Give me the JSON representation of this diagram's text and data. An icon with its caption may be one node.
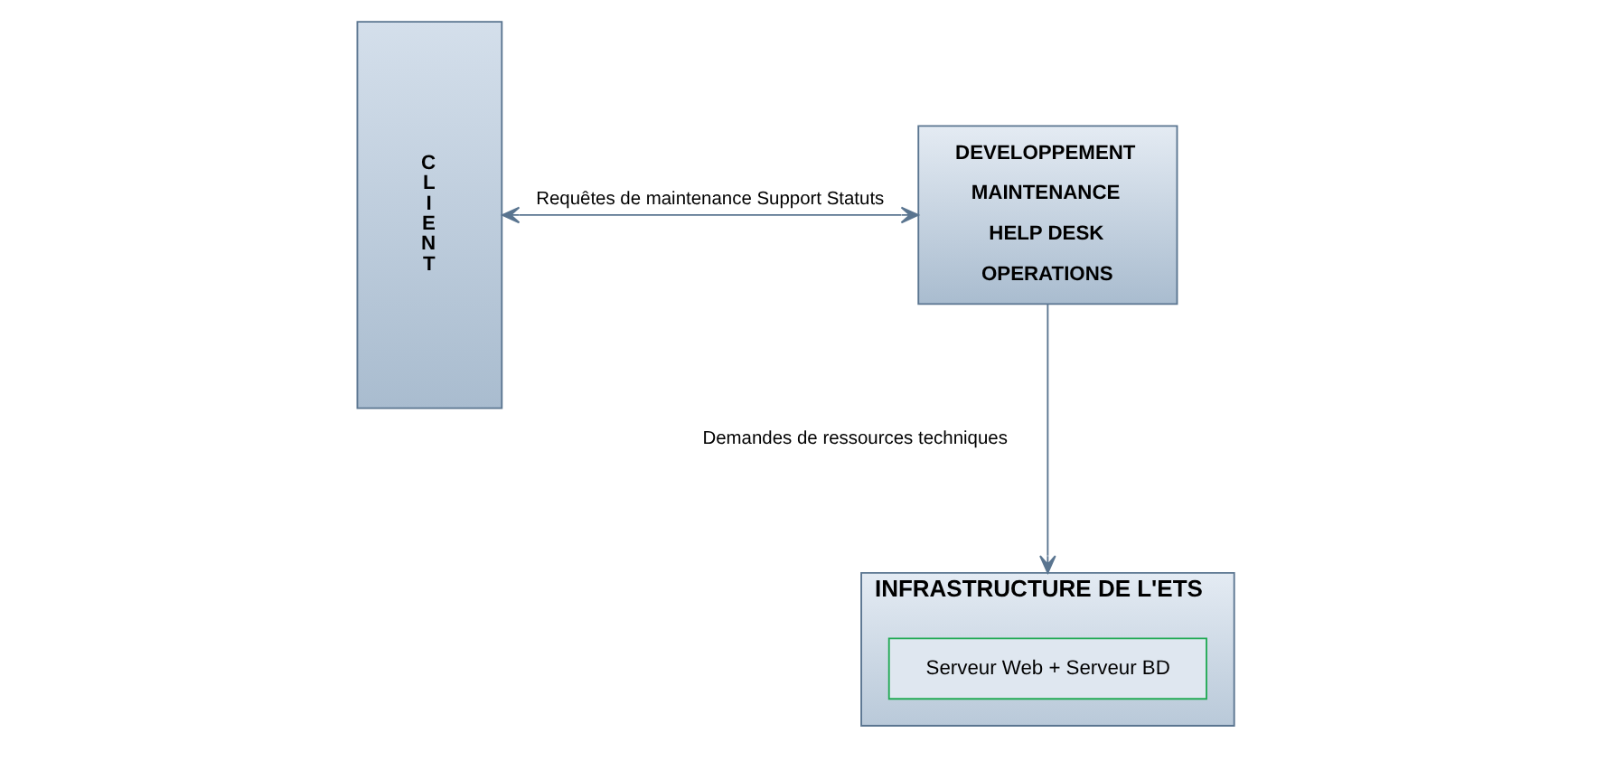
{
  "diagram": {
    "nodes": [
      {
        "text": [
          "CLIENT"
        ]
      },
      {
        "text": [
          "DEVELOPPEMENT",
          "MAINTENANCE",
          "HELP DESK",
          "OPERATIONS"
        ]
      },
      {
        "text": [
          "INFRASTRUCTURE DE L'ETS"
        ]
      },
      {
        "text": [
          "Serveur Web + Serveur BD"
        ],
        "in": 2
      }
    ],
    "edges": [
      {
        "from": 0,
        "to": 1,
        "arrow": "both",
        "label": "Requêtes de maintenance Support Statuts"
      },
      {
        "from": 1,
        "to": 2,
        "arrow": "to",
        "label": "Demandes de ressources techniques"
      }
    ]
  }
}
